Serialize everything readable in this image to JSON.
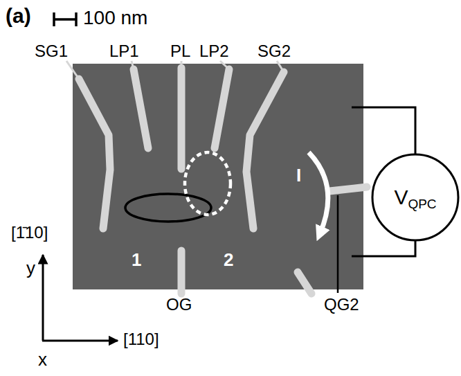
{
  "diagram": {
    "nodes": [
      {
        "text": [
          "V",
          "QPC"
        ]
      }
    ],
    "edges": [],
    "labels": [
      "(a)",
      "100 nm",
      "SG1",
      "LP1",
      "PL",
      "LP2",
      "SG2",
      "1",
      "2",
      "I",
      "OG",
      "QG2",
      "[1̄10]",
      "y",
      "x",
      "[110]"
    ]
  }
}
